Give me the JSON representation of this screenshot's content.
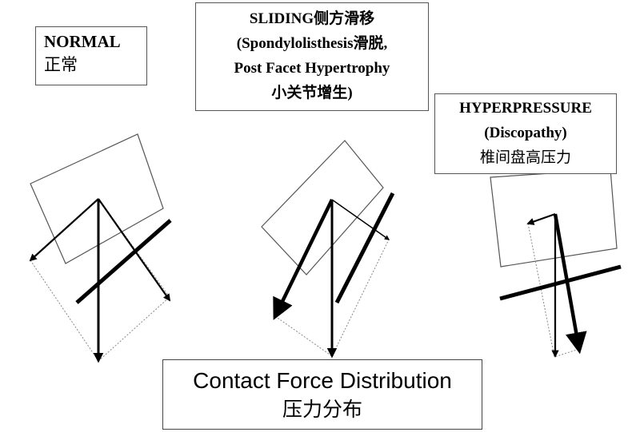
{
  "labels": {
    "normal": {
      "title": "NORMAL",
      "subtitle": "正常"
    },
    "sliding": {
      "line1": "SLIDING侧方滑移",
      "line2": "(Spondylolisthesis滑脱,",
      "line3": "Post Facet Hypertrophy",
      "line4": "小关节增生)"
    },
    "hyperpressure": {
      "line1": "HYPERPRESSURE",
      "line2": "(Discopathy)",
      "line3": "椎间盘高压力"
    },
    "contact_force": {
      "line1": "Contact Force Distribution",
      "line2": "压力分布"
    }
  },
  "colors": {
    "ink": "#000000",
    "outline": "#555555",
    "dotted": "#777777",
    "background": "#ffffff"
  }
}
